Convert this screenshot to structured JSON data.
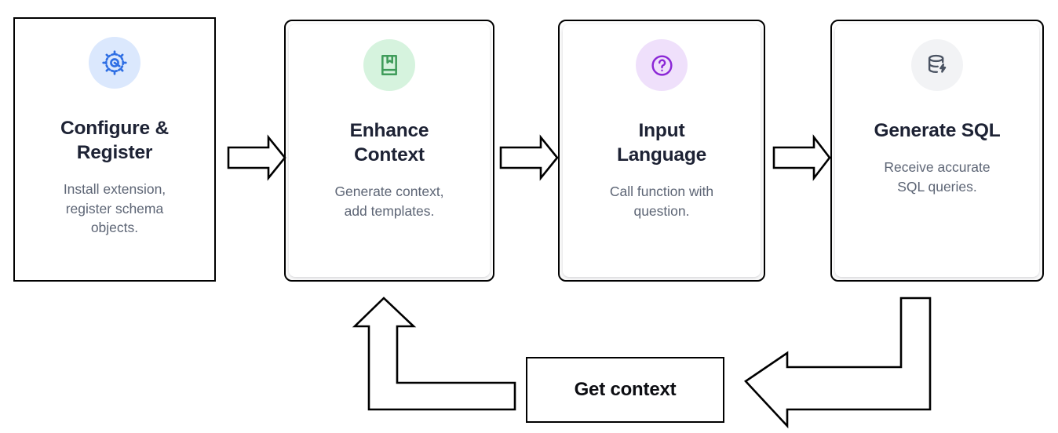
{
  "diagram": {
    "title_text_present": false,
    "steps": [
      {
        "id": "configure-register",
        "title": "Configure &\nRegister",
        "description": "Install extension,\nregister schema\nobjects.",
        "icon_name": "gear-icon",
        "icon_color": "#2f6fe4",
        "icon_bg": "#dbe8fd"
      },
      {
        "id": "enhance-context",
        "title": "Enhance\nContext",
        "description": "Generate context,\nadd templates.",
        "icon_name": "book-bookmark-icon",
        "icon_color": "#3f9c5a",
        "icon_bg": "#d6f3de"
      },
      {
        "id": "input-language",
        "title": "Input\nLanguage",
        "description": "Call function with\nquestion.",
        "icon_name": "question-circle-icon",
        "icon_color": "#8b27d6",
        "icon_bg": "#efe0fb"
      },
      {
        "id": "generate-sql",
        "title": "Generate SQL",
        "description": "Receive accurate\nSQL queries.",
        "icon_name": "database-bolt-icon",
        "icon_color": "#4a5362",
        "icon_bg": "#f2f3f5"
      }
    ],
    "connectors": [
      {
        "id": "arrow-step1-to-step2",
        "direction": "right"
      },
      {
        "id": "arrow-step2-to-step3",
        "direction": "right"
      },
      {
        "id": "arrow-step3-to-step4",
        "direction": "right"
      },
      {
        "id": "arrow-step4-to-get-context",
        "direction": "left"
      },
      {
        "id": "arrow-get-context-to-step2",
        "direction": "up"
      }
    ],
    "feedback_box": {
      "id": "get-context-box",
      "label": "Get context"
    },
    "colors": {
      "stroke": "#000000",
      "surface": "#ffffff",
      "title_text": "#1d2234",
      "body_text": "#5d6575"
    }
  }
}
